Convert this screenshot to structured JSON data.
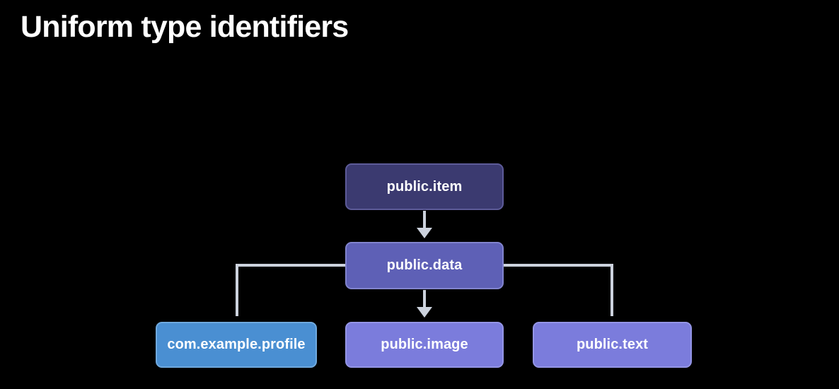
{
  "title": "Uniform type identifiers",
  "colors": {
    "background": "#000000",
    "title_text": "#ffffff",
    "node_text": "#ffffff",
    "connector": "#ccd2dd",
    "node_item_fill": "#3b3a70",
    "node_item_border": "#5d5b99",
    "node_data_fill": "#5e60b6",
    "node_data_border": "#8184ce",
    "node_child_fill": "#7b7cdc",
    "node_child_border": "#9495e6",
    "node_profile_fill": "#4a8fd2",
    "node_profile_border": "#6fa9de"
  },
  "diagram": {
    "nodes": [
      {
        "id": "public-item",
        "label": "public.item",
        "level": "root"
      },
      {
        "id": "public-data",
        "label": "public.data",
        "level": "middle"
      },
      {
        "id": "com-example-profile",
        "label": "com.example.profile",
        "level": "leaf"
      },
      {
        "id": "public-image",
        "label": "public.image",
        "level": "leaf"
      },
      {
        "id": "public-text",
        "label": "public.text",
        "level": "leaf"
      }
    ],
    "edges": [
      {
        "from": "public.item",
        "to": "public.data",
        "style": "arrow"
      },
      {
        "from": "public.data",
        "to": "com.example.profile",
        "style": "elbow"
      },
      {
        "from": "public.data",
        "to": "public.image",
        "style": "arrow"
      },
      {
        "from": "public.data",
        "to": "public.text",
        "style": "elbow"
      }
    ]
  }
}
